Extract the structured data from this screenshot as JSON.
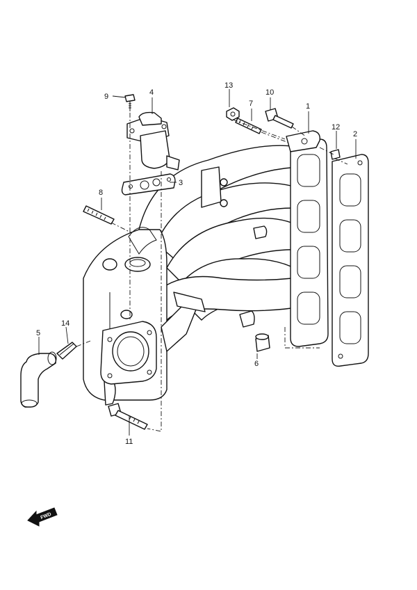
{
  "callouts": {
    "c1": "1",
    "c2": "2",
    "c3": "3",
    "c4": "4",
    "c5": "5",
    "c6": "6",
    "c7": "7",
    "c8": "8",
    "c9": "9",
    "c10": "10",
    "c11": "11",
    "c12": "12",
    "c13": "13",
    "c14": "14"
  },
  "fwd_label": "FWD"
}
